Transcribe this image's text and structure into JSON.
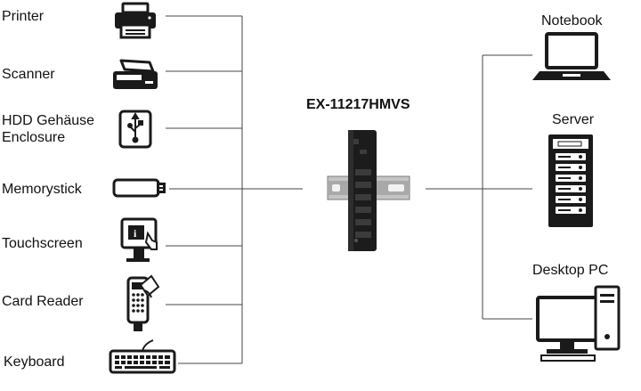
{
  "device": {
    "model": "EX-11217HMVS"
  },
  "left_devices": [
    {
      "label": "Printer",
      "icon": "printer-icon"
    },
    {
      "label": "Scanner",
      "icon": "scanner-icon"
    },
    {
      "label": "HDD Gehäuse\nEnclosure",
      "label_line1": "HDD Gehäuse",
      "label_line2": "Enclosure",
      "icon": "hdd-enclosure-icon"
    },
    {
      "label": "Memorystick",
      "icon": "usb-stick-icon"
    },
    {
      "label": "Touchscreen",
      "icon": "touchscreen-kiosk-icon"
    },
    {
      "label": "Card Reader",
      "icon": "card-reader-icon"
    },
    {
      "label": "Keyboard",
      "icon": "keyboard-icon"
    }
  ],
  "right_devices": [
    {
      "label": "Notebook",
      "icon": "notebook-icon"
    },
    {
      "label": "Server",
      "icon": "server-icon"
    },
    {
      "label": "Desktop PC",
      "icon": "desktop-pc-icon"
    }
  ],
  "colors": {
    "line": "#444444",
    "icon": "#1a1a1a",
    "device": "#1c1c1c",
    "rail": "#b8b8b8"
  }
}
